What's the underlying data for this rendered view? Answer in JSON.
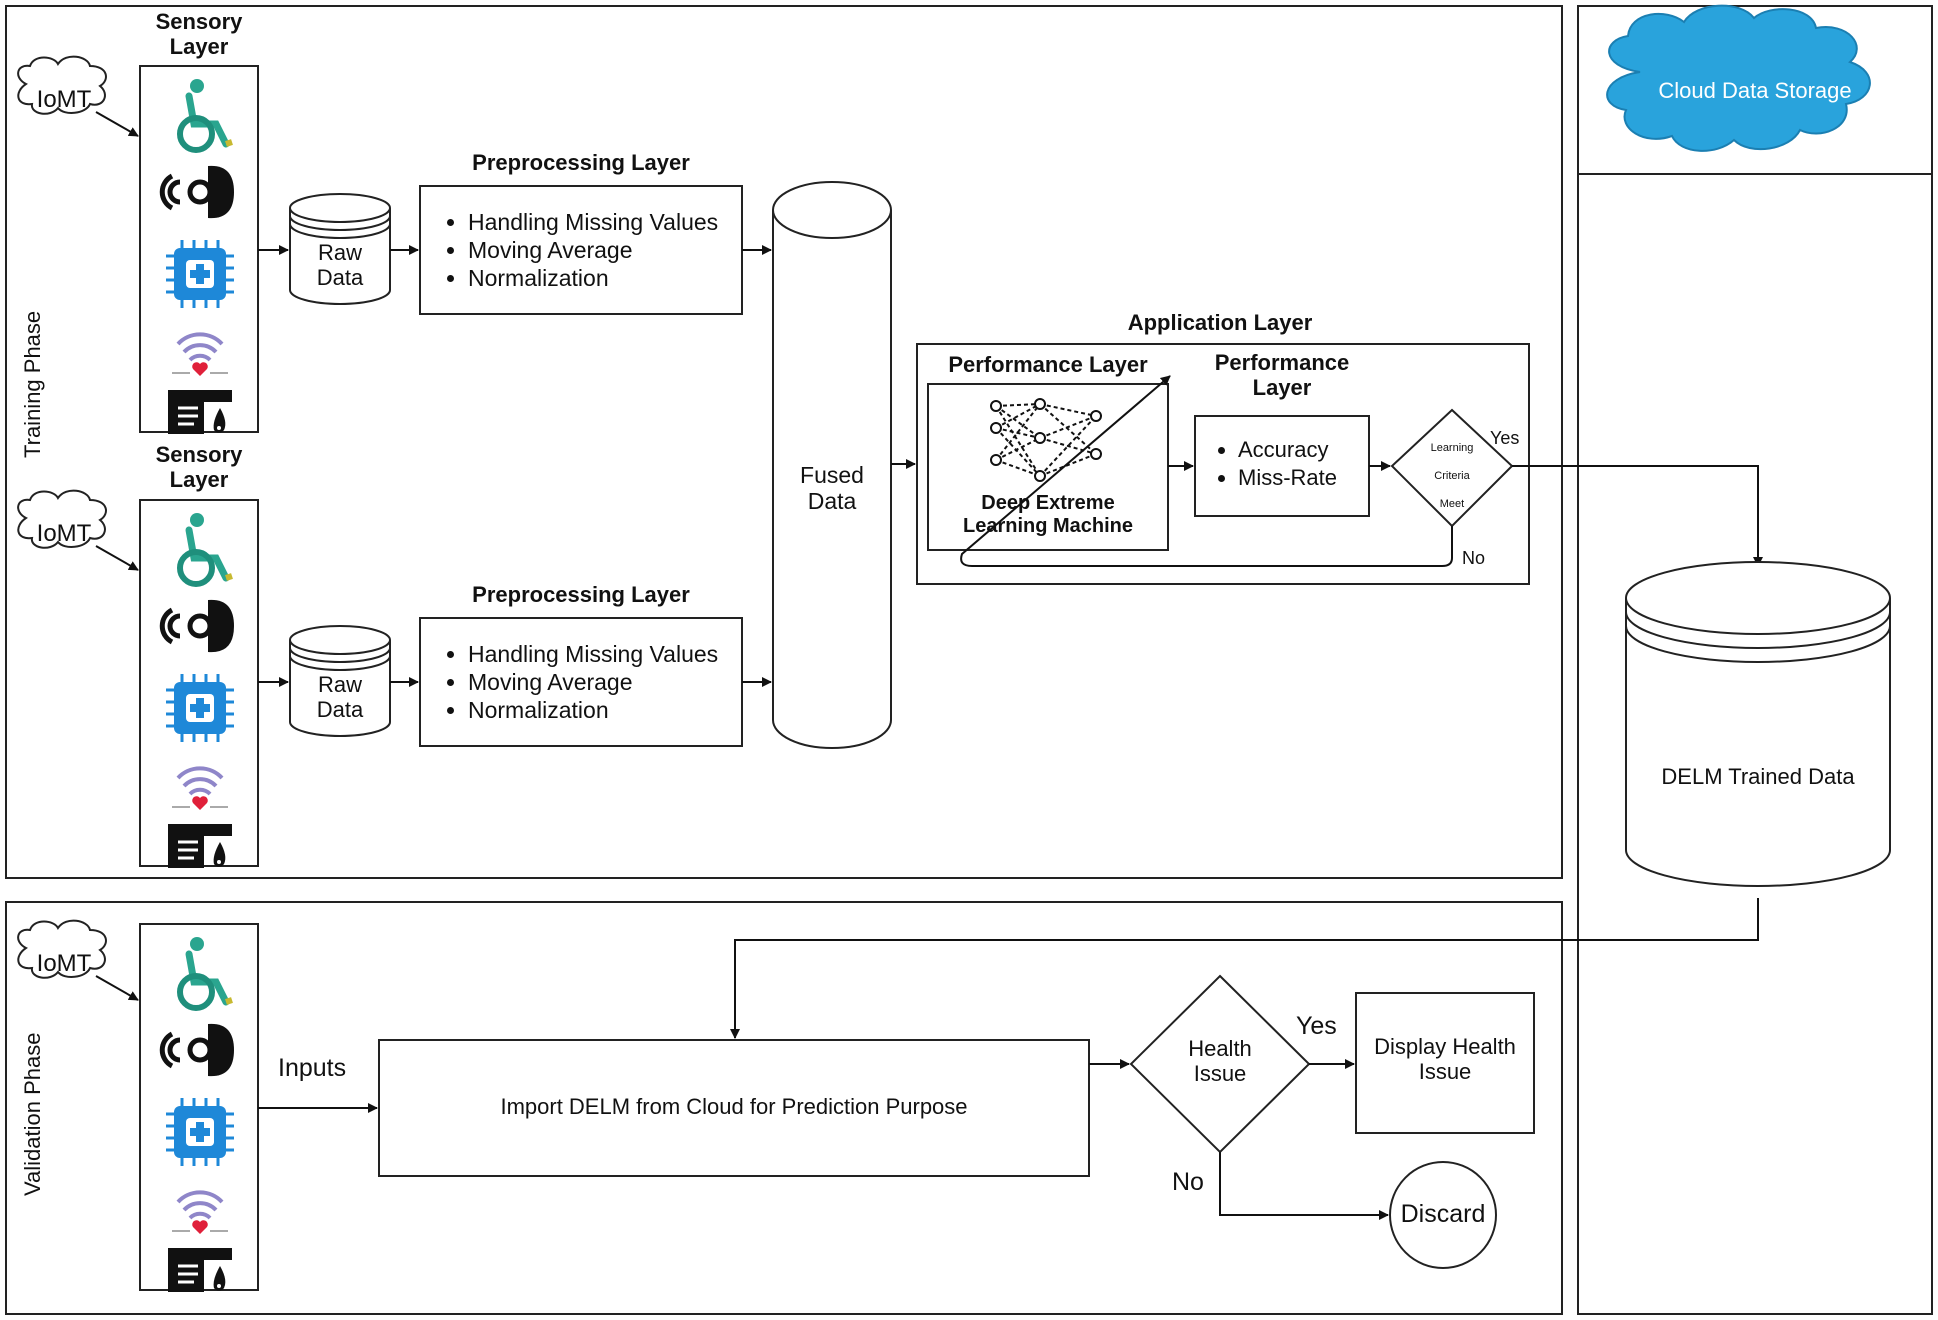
{
  "phases": {
    "training": "Training Phase",
    "validation": "Validation Phase"
  },
  "sensory": {
    "title_line1": "Sensory",
    "title_line2": "Layer",
    "iomt": "IoMT"
  },
  "sensor_icons": [
    "wheelchair-icon",
    "wearable-sensor-icon",
    "medical-chip-icon",
    "heart-signal-icon",
    "blood-glucose-icon"
  ],
  "raw_data": {
    "line1": "Raw",
    "line2": "Data"
  },
  "preprocessing": {
    "title": "Preprocessing Layer",
    "items": [
      "Handling Missing Values",
      "Moving Average",
      "Normalization"
    ]
  },
  "fused_data": {
    "line1": "Fused",
    "line2": "Data"
  },
  "application": {
    "title": "Application Layer",
    "performance_left_title": "Performance Layer",
    "delm_line1": "Deep Extreme",
    "delm_line2": "Learning Machine",
    "performance_right_line1": "Performance",
    "performance_right_line2": "Layer",
    "metrics": [
      "Accuracy",
      "Miss-Rate"
    ],
    "criteria": [
      "Learning",
      "Criteria",
      "Meet"
    ],
    "yes": "Yes",
    "no": "No"
  },
  "cloud": {
    "label": "Cloud Data Storage",
    "color": "#29a3dc"
  },
  "trained_data": {
    "label": "DELM Trained Data"
  },
  "validation": {
    "inputs": "Inputs",
    "import_box": "Import DELM from Cloud for Prediction Purpose",
    "health_line1": "Health",
    "health_line2": "Issue",
    "yes": "Yes",
    "no": "No",
    "display_line1": "Display Health",
    "display_line2": "Issue",
    "discard": "Discard"
  }
}
